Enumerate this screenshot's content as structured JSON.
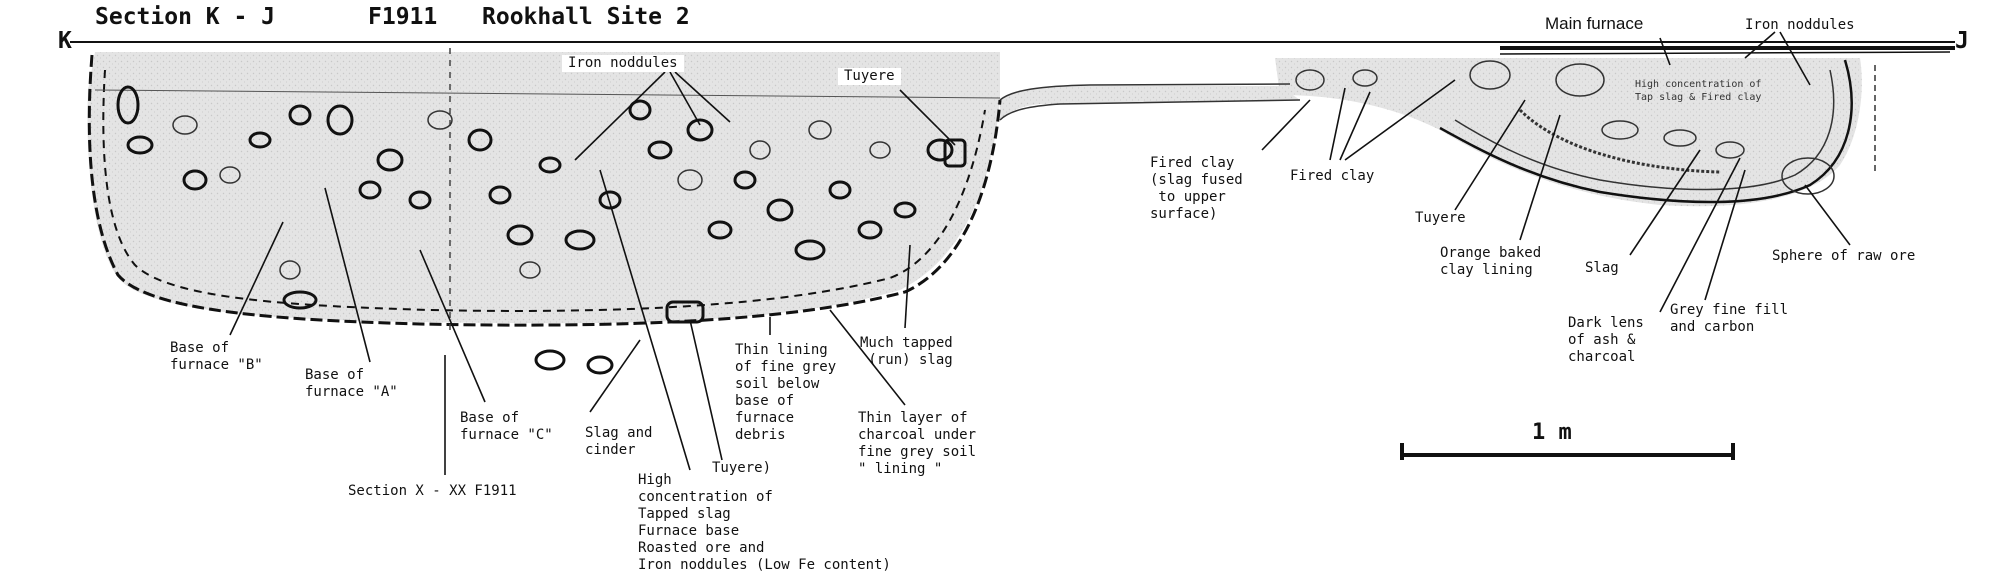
{
  "title": {
    "section": "Section K - J",
    "code": "F1911",
    "site": "Rookhall Site 2"
  },
  "ends": {
    "left": "K",
    "right": "J"
  },
  "labels": {
    "iron_noddules_left": "Iron noddules",
    "tuyere_top": "Tuyere",
    "main_furnace": "Main furnace",
    "iron_noddules_right": "Iron noddules",
    "high_conc_small": "High concentration of\nTap slag & Fired clay",
    "fired_clay_fused": "Fired clay\n(slag fused\n to upper\nsurface)",
    "fired_clay": "Fired clay",
    "tuyere_right": "Tuyere",
    "orange_clay": "Orange baked\nclay lining",
    "slag": "Slag",
    "sphere_ore": "Sphere of raw ore",
    "dark_lens": "Dark lens\nof ash &\ncharcoal",
    "grey_fill": "Grey fine fill\nand carbon",
    "base_b": "Base of\nfurnace \"B\"",
    "base_a": "Base of\nfurnace \"A\"",
    "base_c": "Base of\nfurnace \"C\"",
    "slag_cinder": "Slag and\ncinder",
    "thin_lining": "Thin lining\nof fine grey\nsoil below\nbase of\nfurnace\ndebris",
    "much_tapped": "Much tapped\n (run) slag",
    "thin_charcoal": "Thin layer of\ncharcoal under\nfine grey soil\n\" lining \"",
    "tuyere_bottom": "Tuyere)",
    "section_x": "Section X - XX F1911",
    "high_conc_list": "High\nconcentration of\nTapped slag\nFurnace base\nRoasted ore and\nIron noddules (Low Fe content)"
  },
  "scale": {
    "label": "1 m"
  },
  "colors": {
    "fill": "#e3e3e3",
    "ink": "#111111",
    "paper": "#ffffff"
  }
}
